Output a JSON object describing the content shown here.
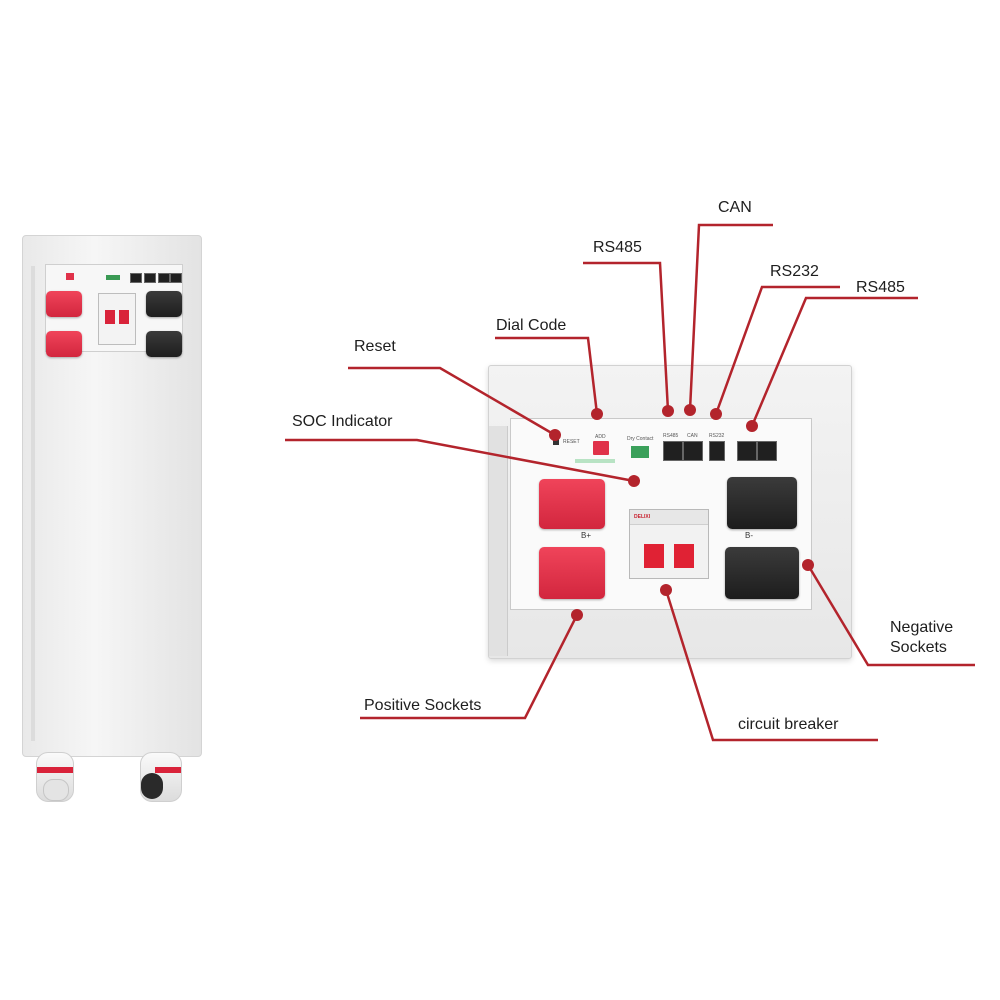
{
  "labels": {
    "can": "CAN",
    "rs485_left": "RS485",
    "rs232": "RS232",
    "rs485_right": "RS485",
    "dial_code": "Dial Code",
    "reset": "Reset",
    "soc_indicator": "SOC Indicator",
    "negative_sockets_line1": "Negative",
    "negative_sockets_line2": "Sockets",
    "positive_sockets": "Positive Sockets",
    "circuit_breaker": "circuit breaker"
  },
  "panel_markings": {
    "reset": "RESET",
    "addr": "ADD",
    "dry_contact": "Dry Contact",
    "rs485": "RS485",
    "can": "CAN",
    "rs232": "RS232",
    "b_plus": "B+",
    "b_minus": "B-",
    "breaker_brand": "DELIXI"
  },
  "colors": {
    "accent_red": "#b3242c",
    "socket_red": "#e0324a",
    "socket_black": "#262626",
    "cabinet": "#ececec"
  }
}
